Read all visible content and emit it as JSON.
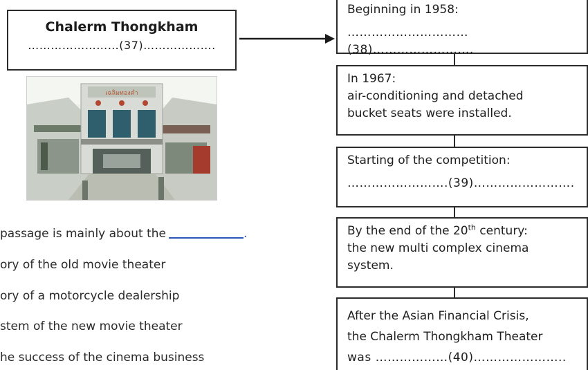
{
  "title_box": {
    "name": "Chalerm Thongkham",
    "blank": "……………………(37)………………."
  },
  "flow": [
    {
      "heading": "Beginning in 1958:",
      "lines": [
        "…………………………(38)……………………."
      ]
    },
    {
      "heading": "In 1967:",
      "lines": [
        "air-conditioning and detached",
        "bucket seats were installed."
      ]
    },
    {
      "heading": "Starting of the competition:",
      "lines": [
        "…………………….(39)……………………."
      ]
    },
    {
      "heading_pre": "By the end of the 20",
      "heading_sup": "th",
      "heading_post": " century:",
      "lines": [
        "the new multi complex cinema",
        "system."
      ]
    },
    {
      "heading": "After  the  Asian Financial Crisis,",
      "lines": [
        "the Chalerm Thongkham Theater",
        "was ………………(40)………………….."
      ]
    }
  ],
  "question": {
    "stem": "passage is mainly about the",
    "end_dot": ".",
    "options": [
      "ory of the old movie theater",
      "ory of a motorcycle dealership",
      "stem of the new movie theater",
      "he success of the cinema business"
    ]
  },
  "photo": {
    "sign_text": "เฉลิมทองคำ"
  }
}
